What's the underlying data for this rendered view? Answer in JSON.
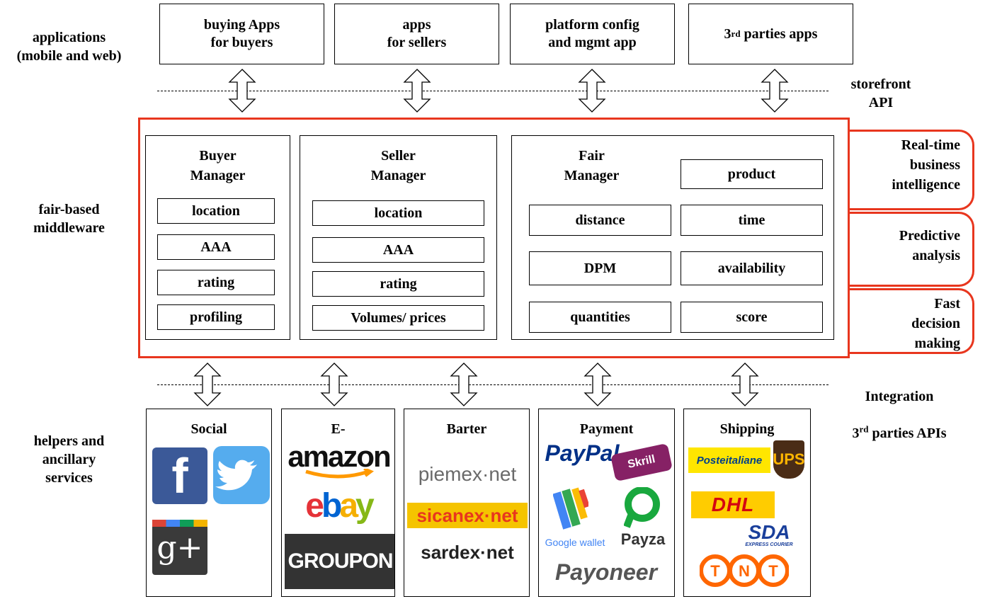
{
  "layers": {
    "applications": "applications\n(mobile and web)",
    "middleware": "fair-based\nmiddleware",
    "helpers": "helpers and\nancillary\nservices"
  },
  "apps": {
    "buyers": "buying Apps\nfor buyers",
    "sellers": "apps\nfor sellers",
    "platform": "platform config\nand mgmt app",
    "third_base": "3",
    "third_sup": "rd",
    "third_rest": " parties apps"
  },
  "api": {
    "storefront": "storefront\nAPI",
    "integration_1": "Integration",
    "integration_2_base": "3",
    "integration_2_sup": "rd",
    "integration_2_rest": " parties APIs"
  },
  "buyer_manager": {
    "title": "Buyer\nManager",
    "items": [
      "location",
      "AAA",
      "rating",
      "profiling"
    ]
  },
  "seller_manager": {
    "title": "Seller\nManager",
    "items": [
      "location",
      "AAA",
      "rating",
      "Volumes/ prices"
    ]
  },
  "fair_manager": {
    "title": "Fair\nManager",
    "items": [
      "product",
      "distance",
      "time",
      "DPM",
      "availability",
      "quantities",
      "score"
    ]
  },
  "capabilities": [
    "Real-time\nbusiness\nintelligence",
    "Predictive\nanalysis",
    "Fast\ndecision\nmaking"
  ],
  "services": {
    "social": {
      "title": "Social",
      "logos": [
        "f",
        "g+"
      ]
    },
    "ecommerce": {
      "title": "E-\ncommerce",
      "logos": [
        "amazon",
        "ebay",
        "GROUPON"
      ]
    },
    "barter": {
      "title": "Barter",
      "logos": [
        "piemex·net",
        "sicanex·net",
        "sardex·net"
      ]
    },
    "payment": {
      "title": "Payment",
      "logos": [
        "PayPal",
        "Skrill",
        "Google wallet",
        "Payza",
        "Payoneer"
      ]
    },
    "shipping": {
      "title": "Shipping",
      "logos": [
        "Posteitaliane",
        "UPS",
        "DHL",
        "SDA",
        "EXPRESS COURIER",
        "TNT"
      ]
    }
  },
  "colors": {
    "accent_red": "#e8361e",
    "facebook": "#3b5998",
    "twitter": "#55acee",
    "gplus": "#3a3a3a",
    "amazon_orange": "#f90",
    "paypal": "#003087",
    "dhl": "#d40511",
    "tnt": "#ff6600"
  }
}
